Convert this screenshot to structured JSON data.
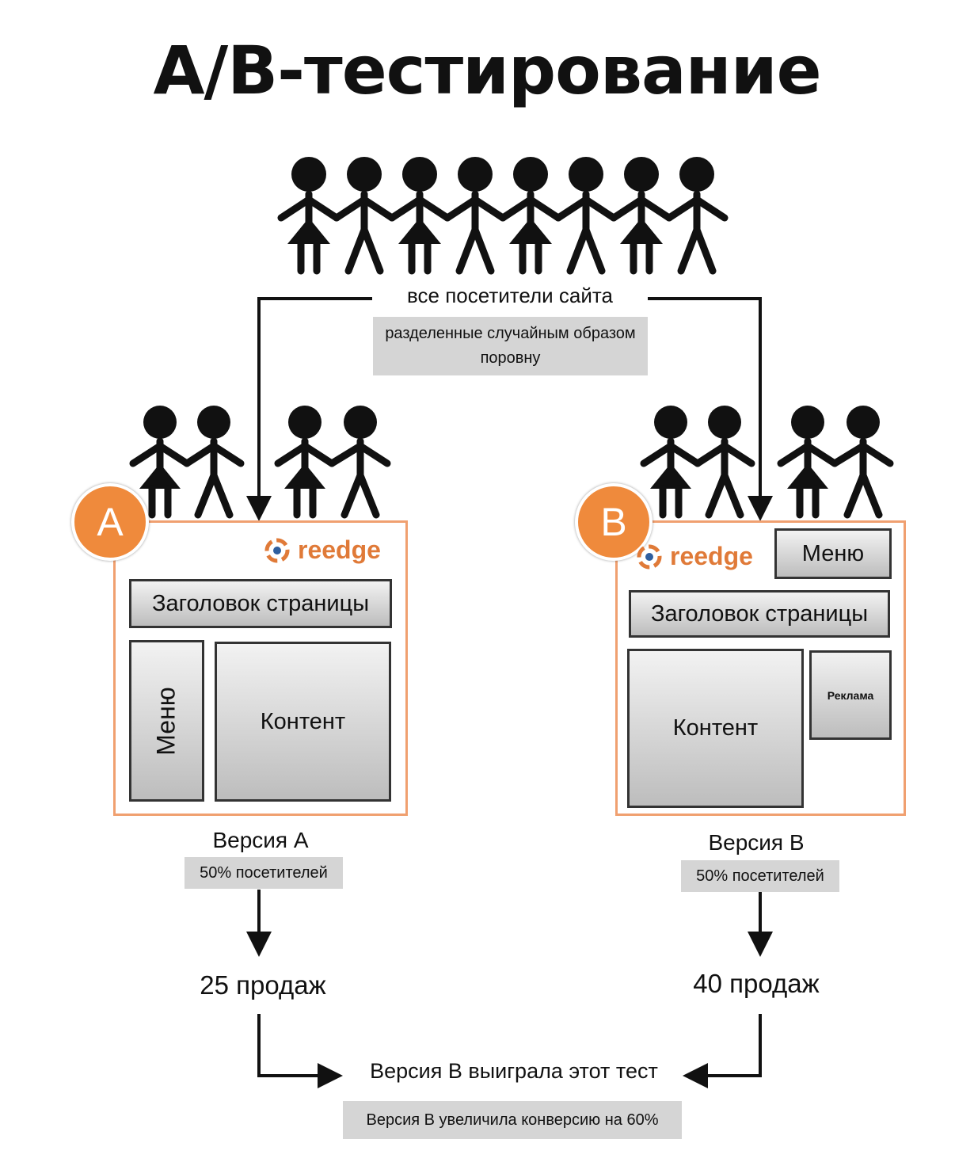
{
  "title": "A/B-тестирование",
  "top_label": "все посетители сайта",
  "split_note": "разделенные случайным образом поровну",
  "logo_text": "reedge",
  "variant_a": {
    "badge": "A",
    "header_block": "Заголовок страницы",
    "menu_block": "Меню",
    "content_block": "Контент",
    "version_label": "Версия A",
    "share": "50% посетителей",
    "sales": "25 продаж"
  },
  "variant_b": {
    "badge": "B",
    "menu_block": "Меню",
    "header_block": "Заголовок страницы",
    "content_block": "Контент",
    "ad_block": "Реклама",
    "version_label": "Версия B",
    "share": "50% посетителей",
    "sales": "40 продаж"
  },
  "result": "Версия B выиграла этот тест",
  "result_note": "Версия B увеличила конверсию на 60%",
  "colors": {
    "accent": "#ef8a3c",
    "page_border": "#f0a070",
    "label_bg": "#d5d5d5"
  }
}
